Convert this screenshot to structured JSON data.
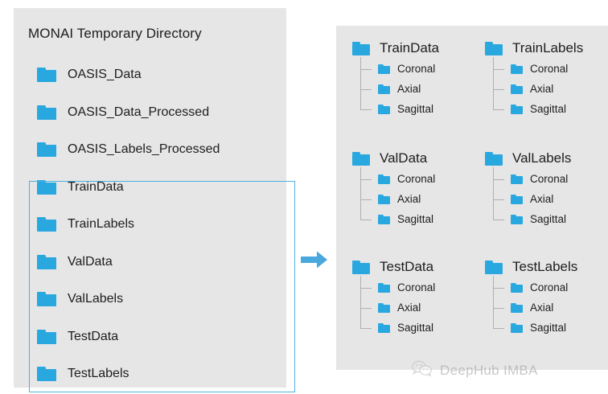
{
  "colors": {
    "panel_bg": "#e6e6e6",
    "folder_blue": "#29a8e0",
    "highlight_border": "#4db1e0",
    "arrow": "#4aa8dc",
    "tree_line": "#b0b0b0",
    "text": "#1d1d1d",
    "watermark": "#9a9a9a"
  },
  "left_panel": {
    "title": "MONAI Temporary Directory",
    "items": [
      {
        "label": "OASIS_Data",
        "icon": "folder-icon",
        "highlighted": false
      },
      {
        "label": "OASIS_Data_Processed",
        "icon": "folder-icon",
        "highlighted": false
      },
      {
        "label": "OASIS_Labels_Processed",
        "icon": "folder-icon",
        "highlighted": false
      },
      {
        "label": "TrainData",
        "icon": "folder-icon",
        "highlighted": true
      },
      {
        "label": "TrainLabels",
        "icon": "folder-icon",
        "highlighted": true
      },
      {
        "label": "ValData",
        "icon": "folder-icon",
        "highlighted": true
      },
      {
        "label": "ValLabels",
        "icon": "folder-icon",
        "highlighted": true
      },
      {
        "label": "TestData",
        "icon": "folder-icon",
        "highlighted": true
      },
      {
        "label": "TestLabels",
        "icon": "folder-icon",
        "highlighted": true
      }
    ]
  },
  "arrow": {
    "icon": "arrow-right-icon",
    "direction": "right"
  },
  "right_panel": {
    "groups": [
      {
        "label": "TrainData",
        "icon": "folder-icon",
        "children": [
          "Coronal",
          "Axial",
          "Sagittal"
        ]
      },
      {
        "label": "TrainLabels",
        "icon": "folder-icon",
        "children": [
          "Coronal",
          "Axial",
          "Sagittal"
        ]
      },
      {
        "label": "ValData",
        "icon": "folder-icon",
        "children": [
          "Coronal",
          "Axial",
          "Sagittal"
        ]
      },
      {
        "label": "ValLabels",
        "icon": "folder-icon",
        "children": [
          "Coronal",
          "Axial",
          "Sagittal"
        ]
      },
      {
        "label": "TestData",
        "icon": "folder-icon",
        "children": [
          "Coronal",
          "Axial",
          "Sagittal"
        ]
      },
      {
        "label": "TestLabels",
        "icon": "folder-icon",
        "children": [
          "Coronal",
          "Axial",
          "Sagittal"
        ]
      }
    ]
  },
  "watermark": {
    "text": "DeepHub IMBA",
    "icon": "wechat-icon"
  }
}
